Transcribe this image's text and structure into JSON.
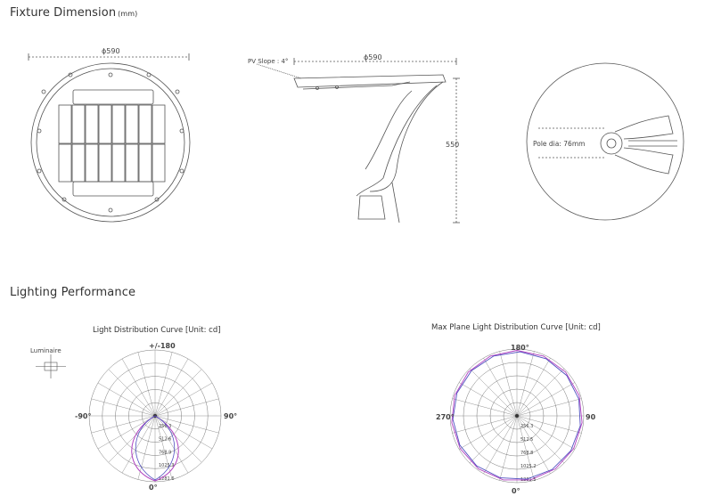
{
  "fixture_dimension": {
    "title": "Fixture Dimension",
    "unit": "(mm)",
    "top_view": {
      "diameter_label": "ϕ590"
    },
    "side_view": {
      "slope_label": "PV Slope : 4°",
      "diameter_label": "ϕ590",
      "height_label": "550"
    },
    "bottom_view": {
      "pole_label": "Pole dia: 76mm"
    }
  },
  "lighting_performance": {
    "title": "Lighting Performance",
    "luminaire_label": "Luminaire",
    "curve1": {
      "title": "Light Distribution Curve [Unit: cd]",
      "top": "+/-180",
      "left": "-90°",
      "right": "90°",
      "bottom": "0°",
      "rings": [
        "256.3",
        "512.6",
        "768.9",
        "1025.3",
        "1281.6"
      ]
    },
    "curve2": {
      "title": "Max Plane Light Distribution Curve [Unit: cd]",
      "top": "180°",
      "left": "270°",
      "right": "90",
      "bottom": "0°",
      "rings": [
        "256.3",
        "512.5",
        "768.8",
        "1025.2",
        "1281.5"
      ]
    }
  },
  "colors": {
    "curve_a": "#b040c0",
    "curve_b": "#5050c0",
    "line": "#555555",
    "grid": "#777777"
  }
}
